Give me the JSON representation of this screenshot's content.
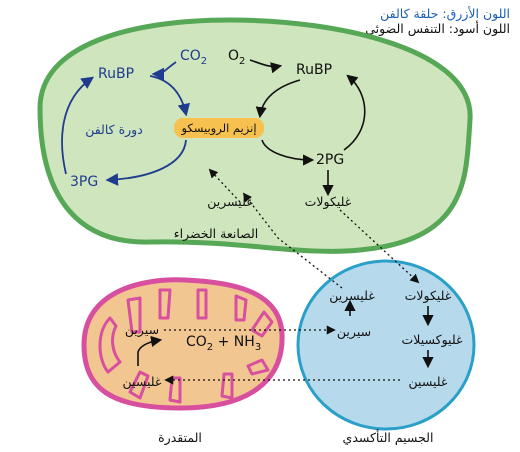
{
  "legend": {
    "blue": "اللون الأزرق: حلقة كالفن",
    "black": "اللون أسود: التنفس الضوئي"
  },
  "chloroplast": {
    "label": "الصانعة الخضراء",
    "calvin_label": "دورة كالفن",
    "rubp_left": "RuBP",
    "rubp_right": "RuBP",
    "co2": "CO",
    "co2_sub": "2",
    "o2": "O",
    "o2_sub": "2",
    "enzyme": "إنزيم الروبيسكو",
    "pga3": "3PG",
    "pg2": "2PG",
    "glycolate": "غليكولات",
    "glycerate": "غليسرين"
  },
  "peroxisome": {
    "label": "الجسيم التأكسدي",
    "glycerate": "غليسرين",
    "serine": "سيرين",
    "glycolate": "غليكولات",
    "glyoxylate": "غليوكسيلات",
    "glycine": "غليسين"
  },
  "mitochondrion": {
    "label": "المتقدرة",
    "serine": "سيرين",
    "glycine": "غليسين",
    "products_co2": "CO",
    "products_co2_sub": "2",
    "products_plus": " + NH",
    "products_nh3_sub": "3"
  },
  "colors": {
    "chloroplast_fill": "#cfe5bd",
    "chloroplast_stroke": "#56a856",
    "peroxisome_fill": "#b7d9ec",
    "peroxisome_stroke": "#2aa0c8",
    "mito_fill": "#f2c690",
    "mito_stroke": "#d84fa0",
    "enzyme_fill": "#f6c14e",
    "calvin_blue": "#1f3c8f",
    "legend_blue": "#1a5fb4"
  }
}
